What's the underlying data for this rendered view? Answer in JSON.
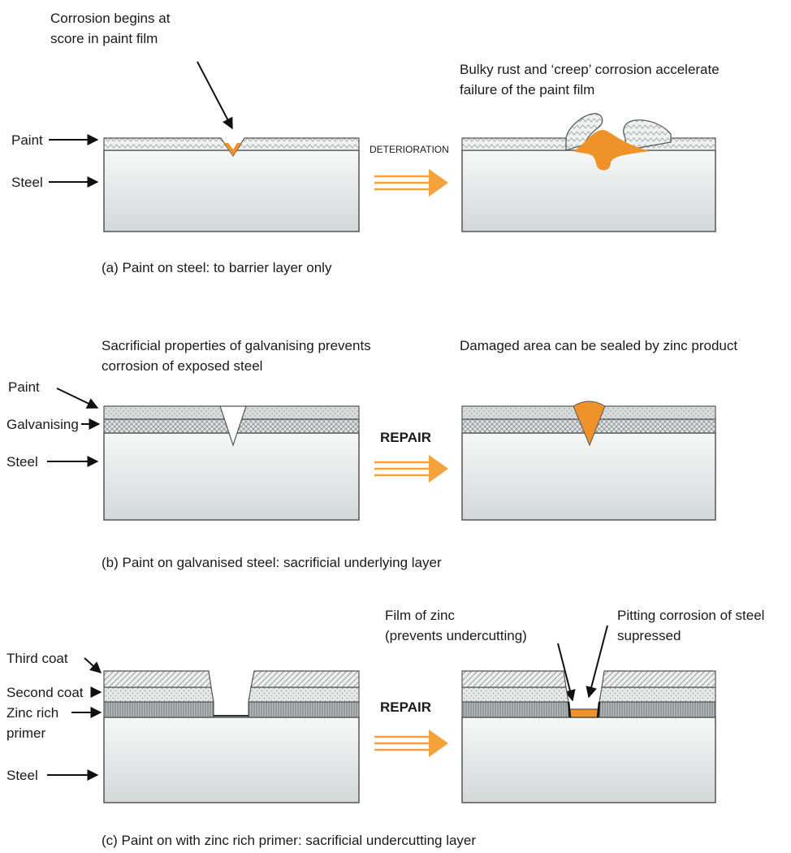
{
  "panel_a": {
    "note_left_line1": "Corrosion begins at",
    "note_left_line2": "score in paint film",
    "note_right_line1": "Bulky rust and ‘creep’ corrosion accelerate",
    "note_right_line2": "failure of the paint film",
    "label_paint": "Paint",
    "label_steel": "Steel",
    "transition": "DETERIORATION",
    "caption": "(a) Paint on steel: to barrier layer only"
  },
  "panel_b": {
    "note_left_line1": "Sacrificial properties of galvanising prevents",
    "note_left_line2": "corrosion of exposed steel",
    "note_right": "Damaged area can be sealed by zinc product",
    "label_paint": "Paint",
    "label_galvanising": "Galvanising",
    "label_steel": "Steel",
    "transition": "REPAIR",
    "caption": "(b) Paint on galvanised steel:  sacrificial underlying layer"
  },
  "panel_c": {
    "note_film_line1": "Film of zinc",
    "note_film_line2": "(prevents undercutting)",
    "note_pitting_line1": "Pitting corrosion of steel",
    "note_pitting_line2": "supressed",
    "label_third": "Third coat",
    "label_second": "Second coat",
    "label_zinc_line1": "Zinc rich",
    "label_zinc_line2": "primer",
    "label_steel": "Steel",
    "transition": "REPAIR",
    "caption": "(c) Paint on with zinc rich primer: sacrificial undercutting layer"
  },
  "colors": {
    "rust": "#f0922a",
    "transition_arrow": "#f3a23c",
    "steel_top": "#f7f8f8",
    "steel_bottom": "#d6dada"
  }
}
